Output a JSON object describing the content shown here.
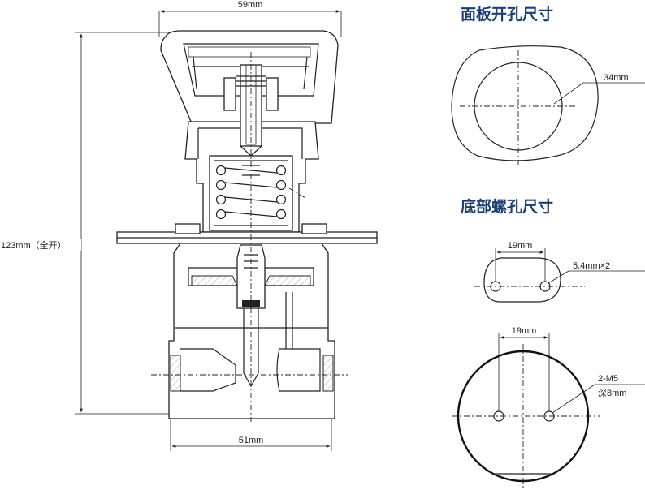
{
  "dimensions": {
    "top_width": "59mm",
    "bottom_width": "51mm",
    "height": "123mm（全开）"
  },
  "panel_hole": {
    "title": "面板开孔尺寸",
    "diameter": "34mm"
  },
  "base_hole": {
    "title": "底部螺孔尺寸",
    "oval_spacing": "19mm",
    "oval_hole": "5.4mm×2",
    "round_spacing": "19mm",
    "thread_line1": "2-M5",
    "thread_line2": "深8mm"
  },
  "colors": {
    "heading": "#1b3f73",
    "line": "#222222"
  }
}
